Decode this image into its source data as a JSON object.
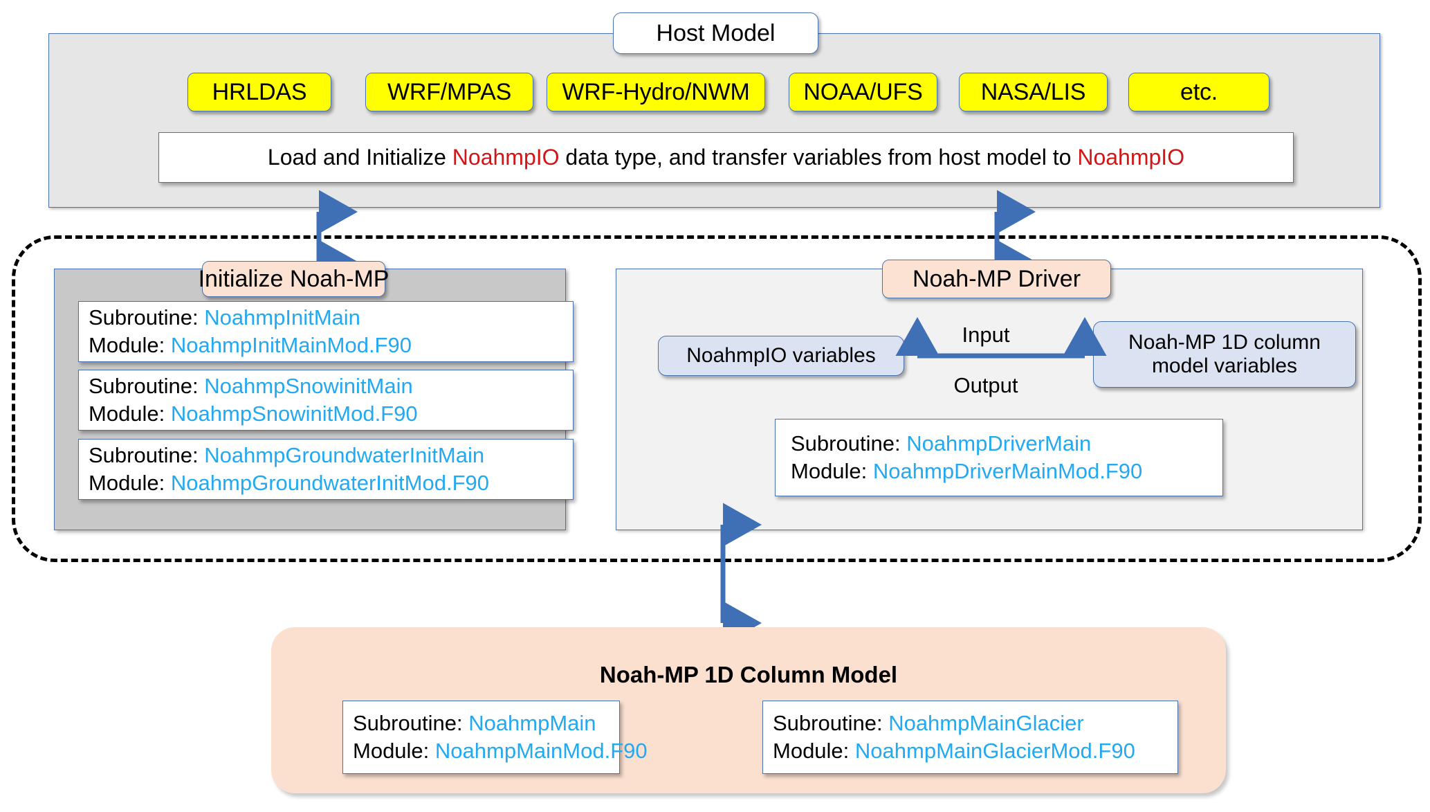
{
  "diagram": {
    "title": "Noah-MP modular code structure",
    "colors": {
      "accent_blue": "#23a9f2",
      "arrow_blue": "#3f6fb5",
      "host_chip_yellow": "#ffff00",
      "tab_peach": "#fbe2d3",
      "chip_blue": "#dbe2f2",
      "highlight_red": "#d01616",
      "panel_gray": "#e6e6e6",
      "panel_gray_dark": "#c8c8c8",
      "panel_light": "#f2f2f2",
      "border_blue": "#4a73ad"
    }
  },
  "host_model": {
    "tab_label": "Host Model",
    "chips": [
      {
        "label": "HRLDAS"
      },
      {
        "label": "WRF/MPAS"
      },
      {
        "label": "WRF-Hydro/NWM"
      },
      {
        "label": "NOAA/UFS"
      },
      {
        "label": "NASA/LIS"
      },
      {
        "label": "etc."
      }
    ],
    "transfer_note": {
      "prefix": "Load and Initialize ",
      "highlight_1": "NoahmpIO",
      "middle": " data type, and transfer variables from host model to ",
      "highlight_2": "NoahmpIO",
      "full_text": "Load and Initialize NoahmpIO data type, and transfer variables from host model to NoahmpIO"
    }
  },
  "initialize_panel": {
    "tab_label": "Initialize Noah-MP",
    "subroutine_label": "Subroutine:",
    "module_label": "Module:",
    "entries": [
      {
        "subroutine": "NoahmpInitMain",
        "module": "NoahmpInitMainMod.F90"
      },
      {
        "subroutine": "NoahmpSnowinitMain",
        "module": "NoahmpSnowinitMod.F90"
      },
      {
        "subroutine": "NoahmpGroundwaterInitMain",
        "module": "NoahmpGroundwaterInitMod.F90"
      }
    ]
  },
  "driver_panel": {
    "tab_label": "Noah-MP Driver",
    "subroutine_label": "Subroutine:",
    "module_label": "Module:",
    "left_chip": "NoahmpIO variables",
    "right_chip_line1": "Noah-MP 1D column",
    "right_chip_line2": "model variables",
    "exchange_top_label": "Input",
    "exchange_bottom_label": "Output",
    "entry": {
      "subroutine": "NoahmpDriverMain",
      "module": "NoahmpDriverMainMod.F90"
    }
  },
  "column_model": {
    "heading": "Noah-MP 1D Column Model",
    "subroutine_label": "Subroutine:",
    "module_label": "Module:",
    "entries": [
      {
        "subroutine": "NoahmpMain",
        "module": "NoahmpMainMod.F90"
      },
      {
        "subroutine": "NoahmpMainGlacier",
        "module": "NoahmpMainGlacierMod.F90"
      }
    ]
  },
  "connectors": [
    {
      "name": "host-to-initialize",
      "direction": "bidirectional"
    },
    {
      "name": "host-to-driver",
      "direction": "bidirectional"
    },
    {
      "name": "driver-to-column-model",
      "direction": "bidirectional"
    },
    {
      "name": "io-variables-exchange",
      "direction": "bidirectional"
    }
  ]
}
